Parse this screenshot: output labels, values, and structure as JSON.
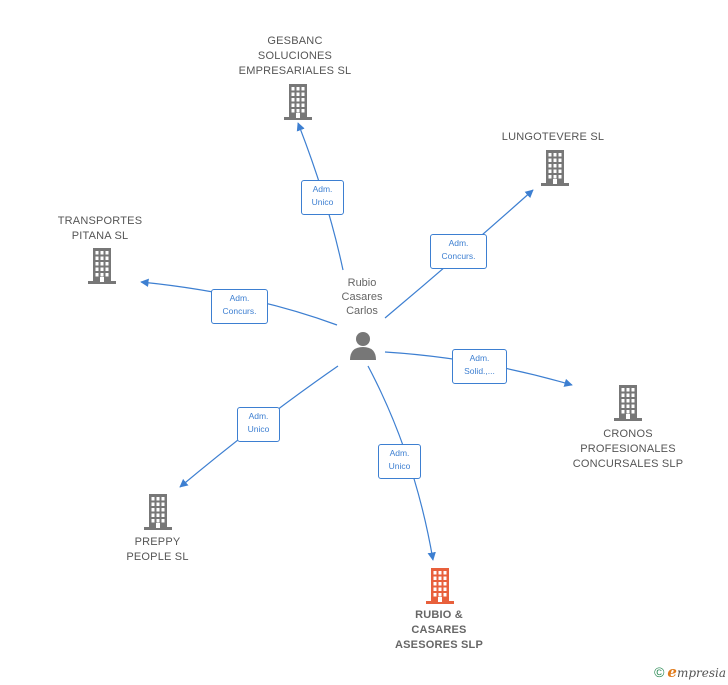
{
  "person": {
    "name": "Rubio\nCasares\nCarlos",
    "icon": "person-icon"
  },
  "colors": {
    "edge": "#3d7fd1",
    "building": "#777777",
    "highlight": "#e8603c"
  },
  "companies": [
    {
      "id": "gesbanc",
      "name": "GESBANC\nSOLUCIONES\nEMPRESARIALES SL",
      "highlight": false
    },
    {
      "id": "lungotevere",
      "name": "LUNGOTEVERE SL",
      "highlight": false
    },
    {
      "id": "transportes",
      "name": "TRANSPORTES\nPITANA SL",
      "highlight": false
    },
    {
      "id": "cronos",
      "name": "CRONOS\nPROFESIONALES\nCONCURSALES SLP",
      "highlight": false
    },
    {
      "id": "preppy",
      "name": "PREPPY\nPEOPLE SL",
      "highlight": false
    },
    {
      "id": "rubio",
      "name": "RUBIO &\nCASARES\nASESORES SLP",
      "highlight": true
    }
  ],
  "relations": [
    {
      "to": "gesbanc",
      "role": "Adm.\nUnico"
    },
    {
      "to": "lungotevere",
      "role": "Adm.\nConcurs."
    },
    {
      "to": "transportes",
      "role": "Adm.\nConcurs."
    },
    {
      "to": "cronos",
      "role": "Adm.\nSolid.,..."
    },
    {
      "to": "preppy",
      "role": "Adm.\nUnico"
    },
    {
      "to": "rubio",
      "role": "Adm.\nUnico"
    }
  ],
  "footer": {
    "copyright": "©",
    "brand_initial": "e",
    "brand_rest": "mpresia"
  }
}
